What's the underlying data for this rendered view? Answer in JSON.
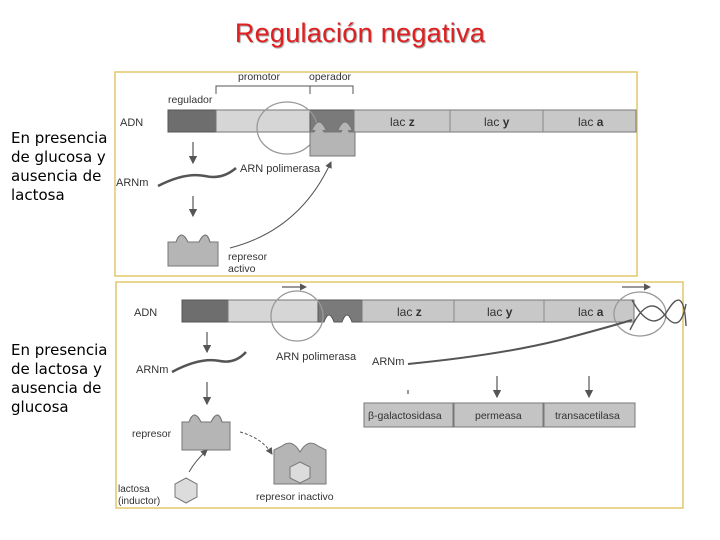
{
  "title": "Regulación negativa",
  "scenario1": {
    "caption_lines": [
      "En presencia",
      "de glucosa y",
      "ausencia de",
      "lactosa"
    ],
    "promotor": "promotor",
    "operador": "operador",
    "regulador": "regulador",
    "adn": "ADN",
    "genes": [
      {
        "prefix": "lac ",
        "letter": "z"
      },
      {
        "prefix": "lac ",
        "letter": "y"
      },
      {
        "prefix": "lac ",
        "letter": "a"
      }
    ],
    "arnm": "ARNm",
    "arn_polimerasa": "ARN polimerasa",
    "represor_activo_lines": [
      "represor",
      "activo"
    ]
  },
  "scenario2": {
    "caption_lines": [
      "En presencia",
      "de lactosa y",
      "ausencia de",
      "glucosa"
    ],
    "adn": "ADN",
    "genes": [
      {
        "prefix": "lac ",
        "letter": "z"
      },
      {
        "prefix": "lac ",
        "letter": "y"
      },
      {
        "prefix": "lac ",
        "letter": "a"
      }
    ],
    "arnm_left": "ARNm",
    "arn_polimerasa": "ARN polimerasa",
    "arnm_right": "ARNm",
    "proteins": [
      "β-galactosidasa",
      "permeasa",
      "transacetilasa"
    ],
    "represor": "represor",
    "represor_inactivo": "represor inactivo",
    "lactosa_lines": [
      "lactosa",
      "(inductor)"
    ]
  },
  "colors": {
    "title": "#e02020",
    "panel_border": "#e2c76a",
    "regulator_segment": "#6e6e6e",
    "gene_segment": "#c8c8c8",
    "promoter_segment": "#d4d4d4",
    "operator_segment": "#7a7a7a",
    "protein": "#c4c4c4"
  }
}
